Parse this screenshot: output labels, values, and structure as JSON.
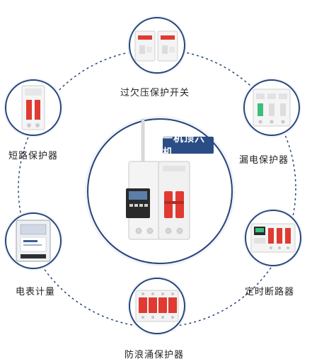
{
  "center": {
    "title": "一机顶六机",
    "device_icon": "smart-breaker-with-display-icon"
  },
  "satellites": [
    {
      "key": "top",
      "label": "过欠压保护开关",
      "icon": "overvoltage-protector-icon"
    },
    {
      "key": "upper-left",
      "label": "短路保护器",
      "icon": "mcb-breaker-icon"
    },
    {
      "key": "upper-right",
      "label": "漏电保护器",
      "icon": "rcd-breaker-icon"
    },
    {
      "key": "lower-left",
      "label": "电表计量",
      "icon": "electric-meter-icon"
    },
    {
      "key": "lower-right",
      "label": "定时断路器",
      "icon": "timer-breaker-icon"
    },
    {
      "key": "bottom",
      "label": "防浪涌保护器",
      "icon": "surge-protector-icon"
    }
  ],
  "colors": {
    "ring": "#27457a",
    "title_bg": "#2a4d86",
    "breaker_red": "#e03a32",
    "caption_text": "#222222"
  }
}
